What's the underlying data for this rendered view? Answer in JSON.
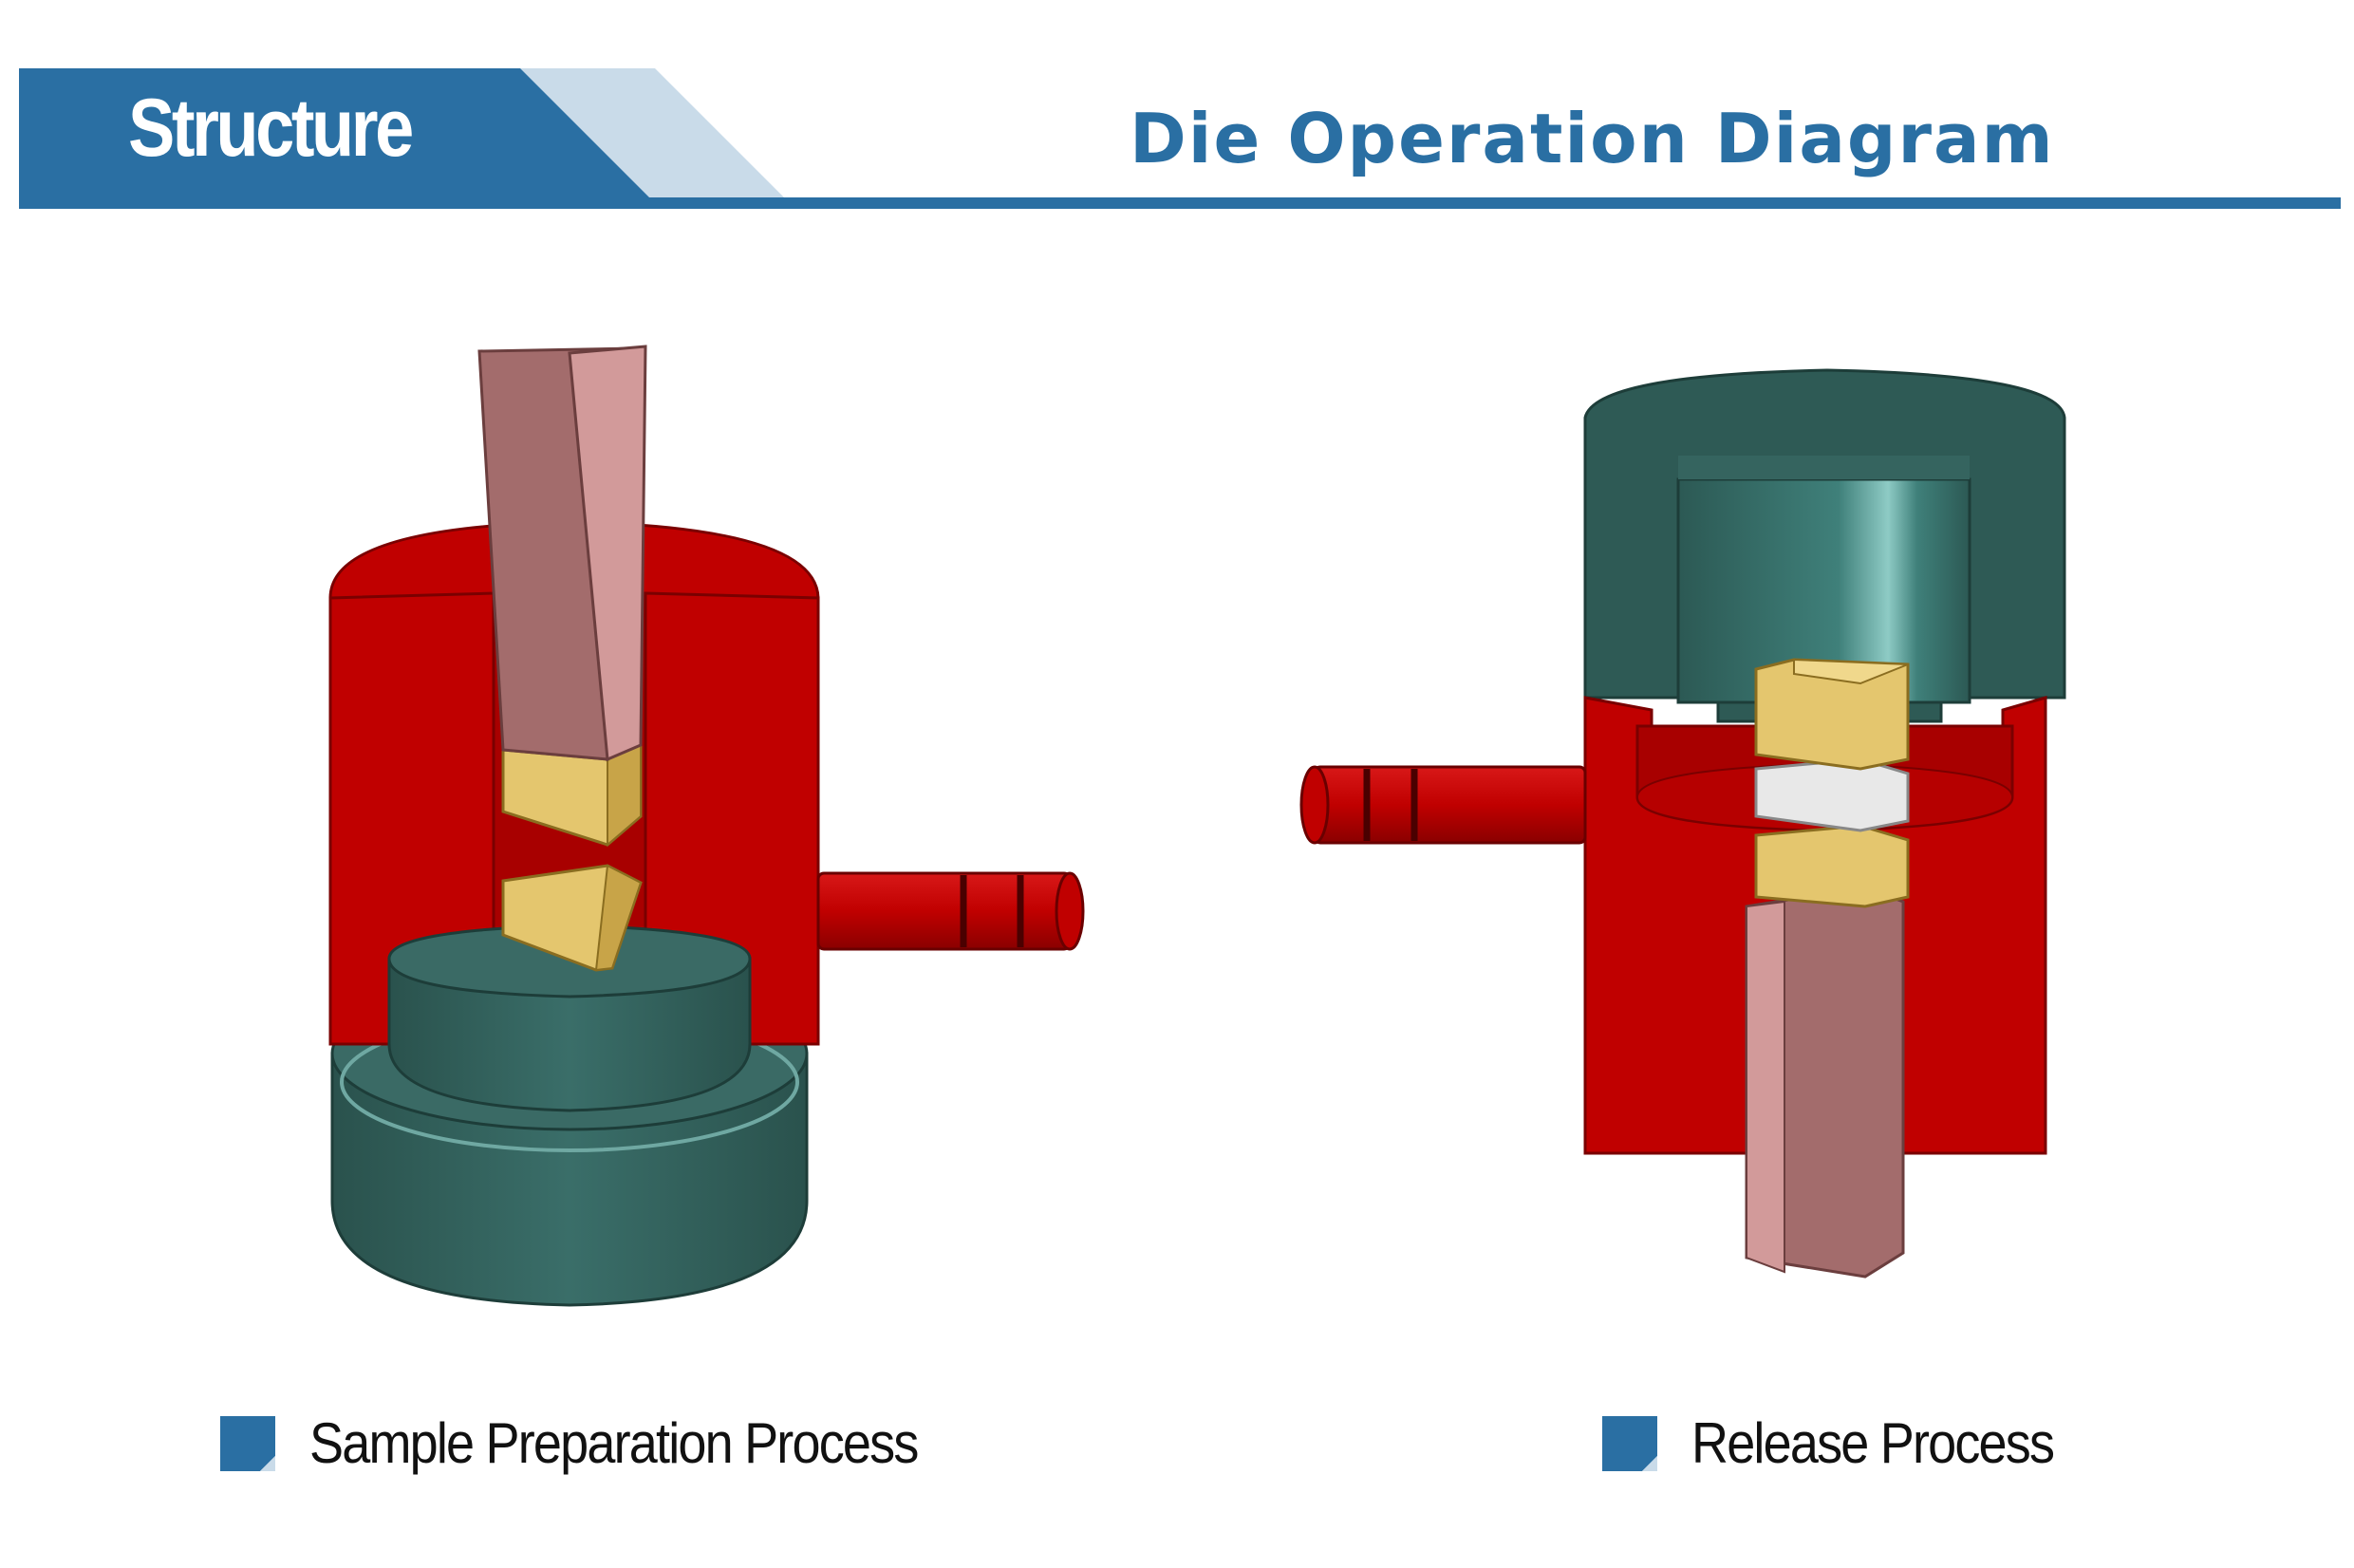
{
  "header": {
    "section_label": "Structure",
    "title": "Die Operation Diagram"
  },
  "captions": {
    "left": "Sample Preparation Process",
    "right": "Release Process"
  },
  "colors": {
    "brand_blue": "#2a6fa3",
    "light_blue": "#c9dbe9",
    "die_red": "#c00000",
    "die_red_dark": "#9b0000",
    "base_teal": "#2e5a55",
    "base_teal_light": "#3d7570",
    "punch_pink": "#c99090",
    "punch_pink_dark": "#a36c6c",
    "sample_gold": "#e4c66e",
    "sample_silver": "#e8e8e8"
  },
  "icons": {
    "caption_marker": "folded-square-icon"
  }
}
